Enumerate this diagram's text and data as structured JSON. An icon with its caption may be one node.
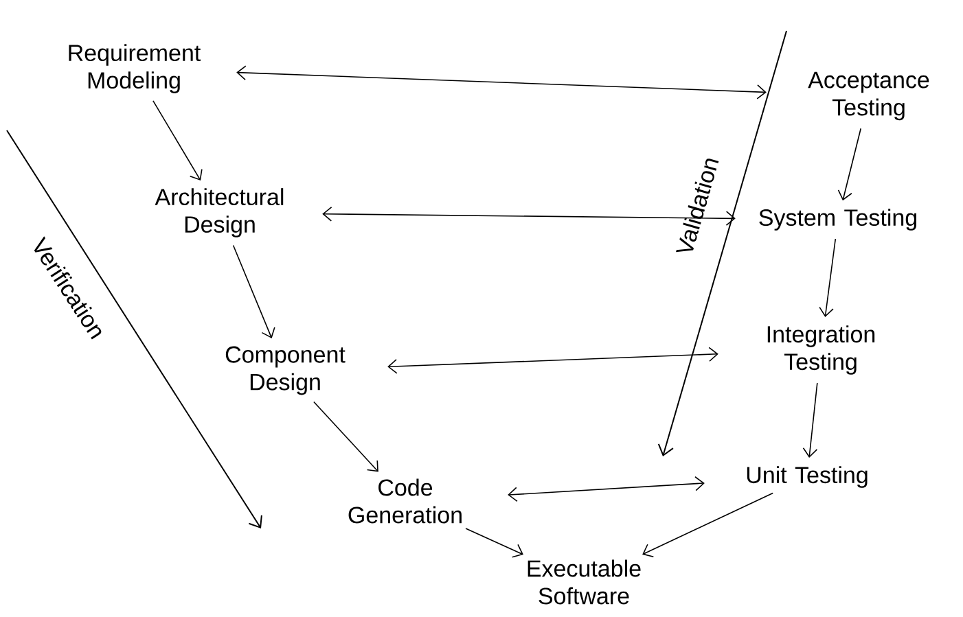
{
  "diagram": {
    "nodes": [
      {
        "text": [
          "Requirement Modeling"
        ]
      },
      {
        "text": [
          "Architectural Design"
        ]
      },
      {
        "text": [
          "Component Design"
        ]
      },
      {
        "text": [
          "Code Generation"
        ]
      },
      {
        "text": [
          "Executable Software"
        ]
      },
      {
        "text": [
          "Acceptance Testing"
        ]
      },
      {
        "text": [
          "System Testing"
        ]
      },
      {
        "text": [
          "Integration Testing"
        ]
      },
      {
        "text": [
          "Unit Testing"
        ]
      }
    ],
    "edges": [
      {
        "from": 0,
        "to": 1,
        "arrow": "to"
      },
      {
        "from": 1,
        "to": 2,
        "arrow": "to"
      },
      {
        "from": 2,
        "to": 3,
        "arrow": "to"
      },
      {
        "from": 3,
        "to": 4,
        "arrow": "to"
      },
      {
        "from": 5,
        "to": 6,
        "arrow": "to"
      },
      {
        "from": 6,
        "to": 7,
        "arrow": "to"
      },
      {
        "from": 7,
        "to": 8,
        "arrow": "to"
      },
      {
        "from": 8,
        "to": 4,
        "arrow": "to"
      },
      {
        "from": 0,
        "to": 5,
        "arrow": "both"
      },
      {
        "from": 1,
        "to": 6,
        "arrow": "both"
      },
      {
        "from": 2,
        "to": 7,
        "arrow": "both"
      },
      {
        "from": 3,
        "to": 8,
        "arrow": "both"
      }
    ],
    "labels": [
      "Verification",
      "Validation"
    ]
  }
}
